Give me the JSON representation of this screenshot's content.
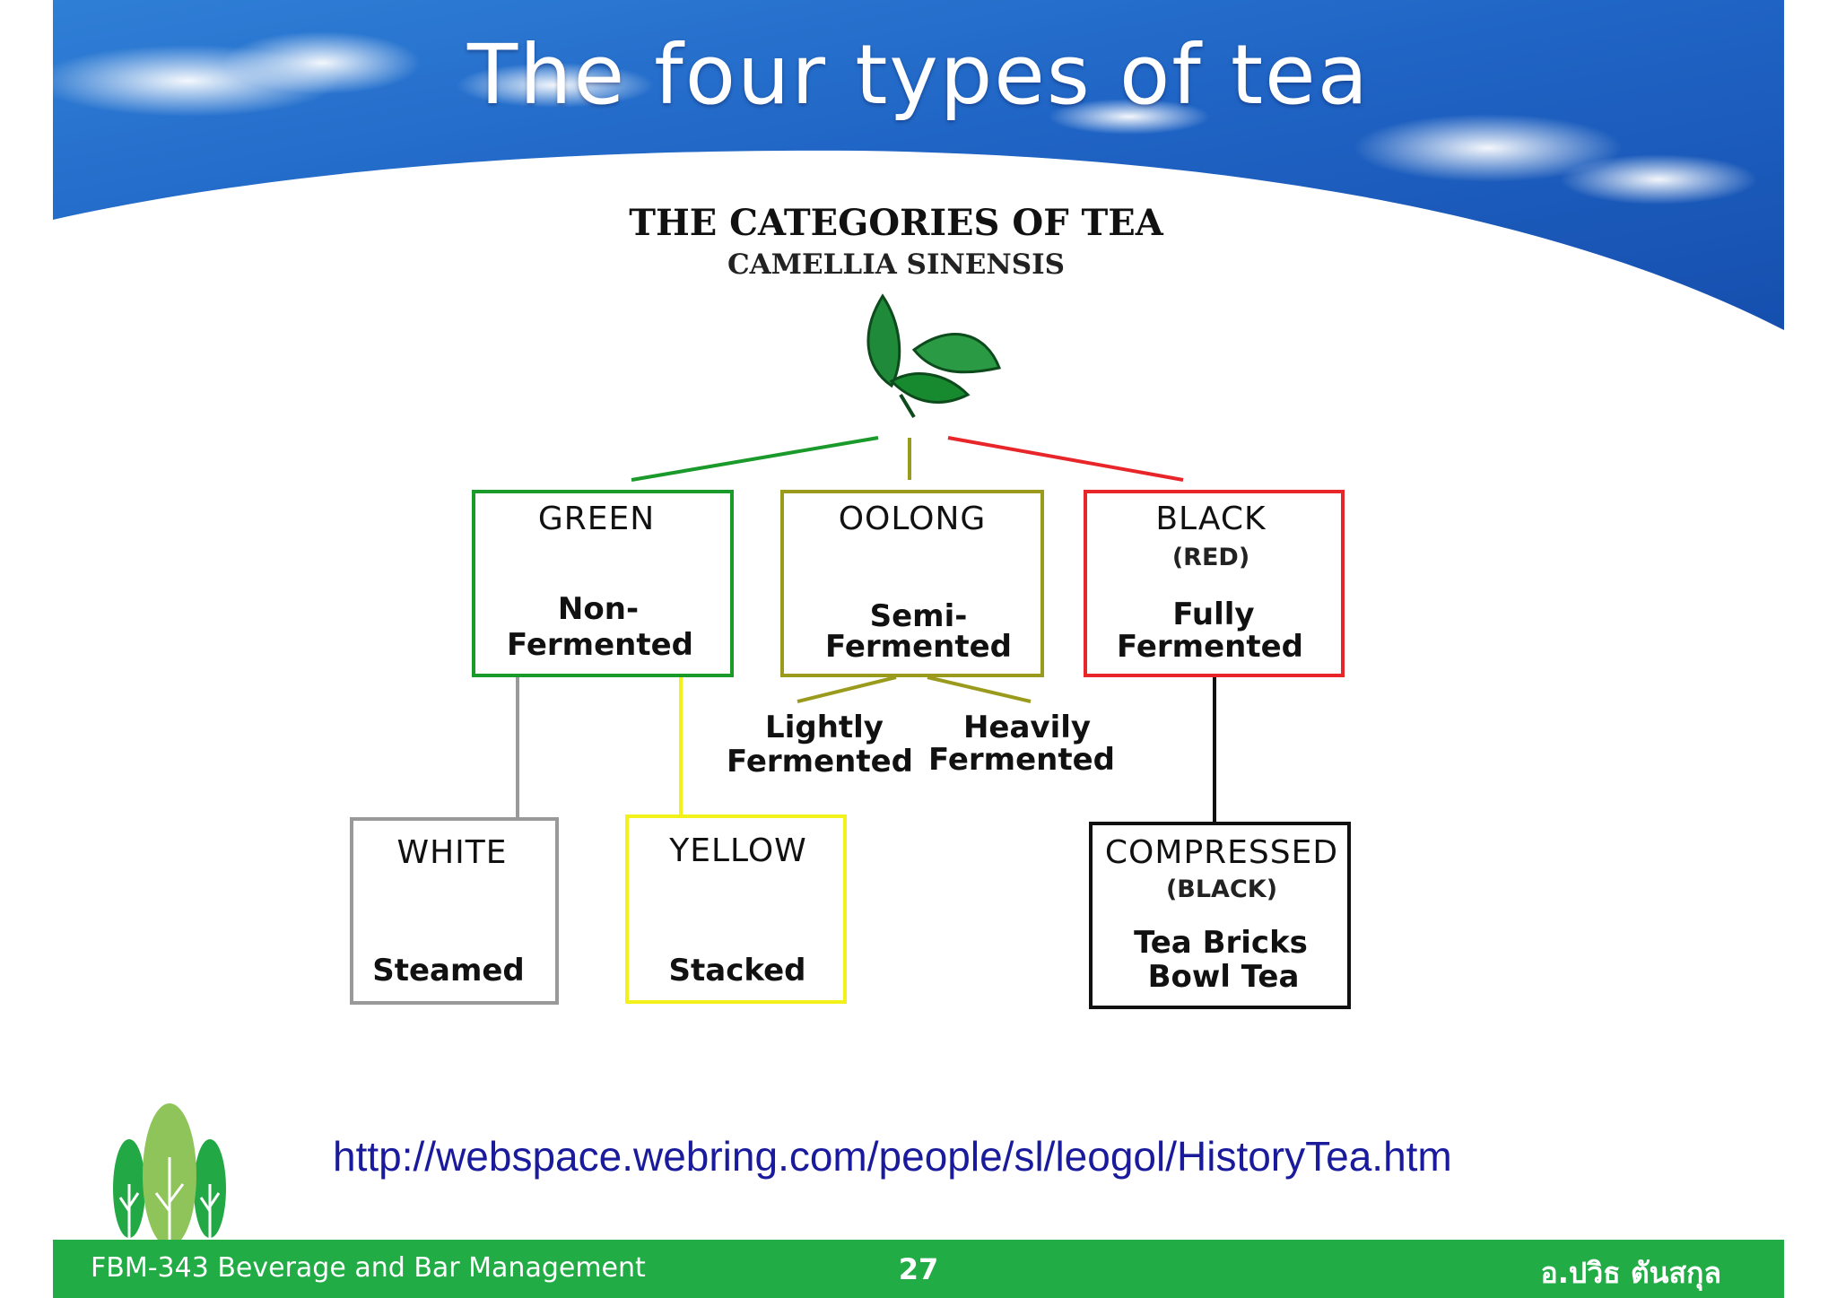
{
  "slide": {
    "title": "The four types of tea",
    "link": "http://webspace.webring.com/people/sl/leogol/HistoryTea.htm"
  },
  "diagram": {
    "heading": "THE CATEGORIES OF TEA",
    "subheading": "CAMELLIA SINENSIS",
    "green": {
      "name": "GREEN",
      "desc_line1": "Non-",
      "desc_line2": "Fermented",
      "color": "#1a9a2a"
    },
    "oolong": {
      "name": "OOLONG",
      "desc_line1": "Semi-",
      "desc_line2": "Fermented",
      "color": "#9a9a1c"
    },
    "black": {
      "name": "BLACK",
      "sub": "(RED)",
      "desc_line1": "Fully",
      "desc_line2": "Fermented",
      "color": "#e8262a"
    },
    "lightly": {
      "line1": "Lightly",
      "line2": "Fermented"
    },
    "heavily": {
      "line1": "Heavily",
      "line2": "Fermented"
    },
    "white": {
      "name": "WHITE",
      "desc": "Steamed",
      "color": "#999999"
    },
    "yellow": {
      "name": "YELLOW",
      "desc": "Stacked",
      "color": "#f2f21a"
    },
    "compressed": {
      "name": "COMPRESSED",
      "sub": "(BLACK)",
      "desc_line1": "Tea Bricks",
      "desc_line2": "Bowl Tea",
      "color": "#111111"
    }
  },
  "footer": {
    "course": "FBM-343 Beverage and Bar Management",
    "page": "27",
    "author": "อ.ปวิธ ตันสกุล",
    "color": "#22ac45"
  }
}
